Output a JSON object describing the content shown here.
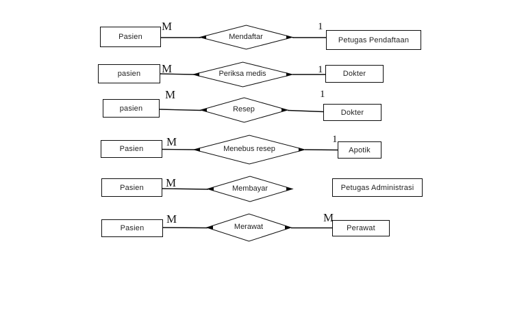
{
  "diagram": {
    "type_label": "entity-relationship-diagram",
    "colors": {
      "background": "#ffffff",
      "line": "#000000",
      "text": "#1f1f1f"
    },
    "rows": [
      {
        "left_entity": "Pasien",
        "left_cardinality": "M",
        "relationship": "Mendaftar",
        "right_cardinality": "1",
        "right_entity": "Petugas Pendaftaan",
        "right_connected": true
      },
      {
        "left_entity": "pasien",
        "left_cardinality": "M",
        "relationship": "Periksa medis",
        "right_cardinality": "1",
        "right_entity": "Dokter",
        "right_connected": true
      },
      {
        "left_entity": "pasien",
        "left_cardinality": "M",
        "relationship": "Resep",
        "right_cardinality": "1",
        "right_entity": "Dokter",
        "right_connected": true
      },
      {
        "left_entity": "Pasien",
        "left_cardinality": "M",
        "relationship": "Menebus resep",
        "right_cardinality": "1",
        "right_entity": "Apotik",
        "right_connected": true
      },
      {
        "left_entity": "Pasien",
        "left_cardinality": "M",
        "relationship": "Membayar",
        "right_cardinality": "",
        "right_entity": "Petugas Administrasi",
        "right_connected": false
      },
      {
        "left_entity": "Pasien",
        "left_cardinality": "M",
        "relationship": "Merawat",
        "right_cardinality": "M",
        "right_entity": "Perawat",
        "right_connected": true
      }
    ]
  }
}
